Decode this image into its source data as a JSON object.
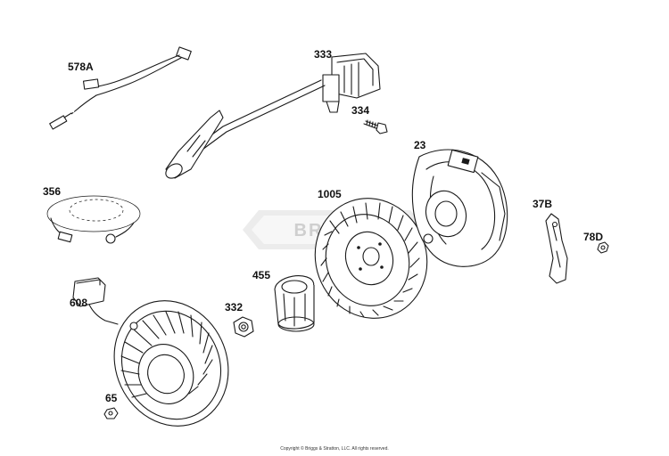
{
  "diagram": {
    "watermark_text": "BRIGGS",
    "copyright": "Copyright © Briggs & Stratton, LLC. All rights reserved.",
    "parts": [
      {
        "id": "578A",
        "label": "578A"
      },
      {
        "id": "333",
        "label": "333"
      },
      {
        "id": "334",
        "label": "334"
      },
      {
        "id": "23",
        "label": "23"
      },
      {
        "id": "356",
        "label": "356"
      },
      {
        "id": "1005",
        "label": "1005"
      },
      {
        "id": "37B",
        "label": "37B"
      },
      {
        "id": "78D",
        "label": "78D"
      },
      {
        "id": "455",
        "label": "455"
      },
      {
        "id": "608",
        "label": "608"
      },
      {
        "id": "332",
        "label": "332"
      },
      {
        "id": "65",
        "label": "65"
      }
    ]
  }
}
